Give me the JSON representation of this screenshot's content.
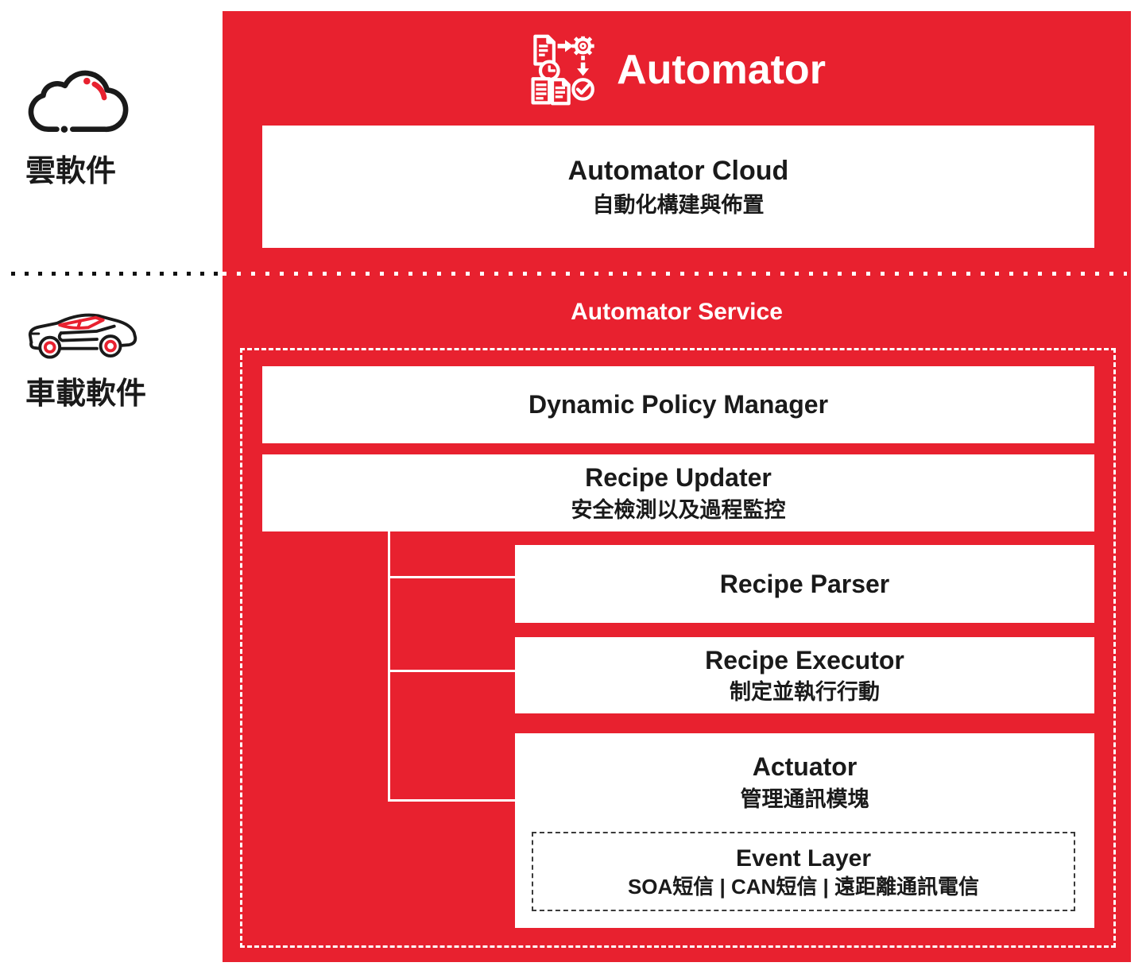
{
  "colors": {
    "panel_red": "#E8212F",
    "text_black": "#1A1A1A",
    "white": "#FFFFFF",
    "event_border_gray": "#3B3B3B"
  },
  "header": {
    "title": "Automator",
    "icon": "automation-documents-gear-check-icon"
  },
  "sidebar": {
    "cloud": {
      "icon": "cloud-icon",
      "label": "雲軟件"
    },
    "vehicle": {
      "icon": "sports-car-icon",
      "label": "車載軟件"
    }
  },
  "cloud_box": {
    "title": "Automator Cloud",
    "subtitle": "自動化構建與佈置"
  },
  "service": {
    "title": "Automator Service",
    "boxes": {
      "dpm": {
        "title": "Dynamic Policy Manager"
      },
      "updater": {
        "title": "Recipe Updater",
        "subtitle": "安全檢測以及過程監控"
      },
      "parser": {
        "title": "Recipe Parser"
      },
      "executor": {
        "title": "Recipe Executor",
        "subtitle": "制定並執行行動"
      },
      "actuator": {
        "title": "Actuator",
        "subtitle": "管理通訊模塊",
        "event_layer": {
          "title": "Event Layer",
          "subtitle": "SOA短信 | CAN短信 | 遠距離通訊電信"
        }
      }
    }
  }
}
